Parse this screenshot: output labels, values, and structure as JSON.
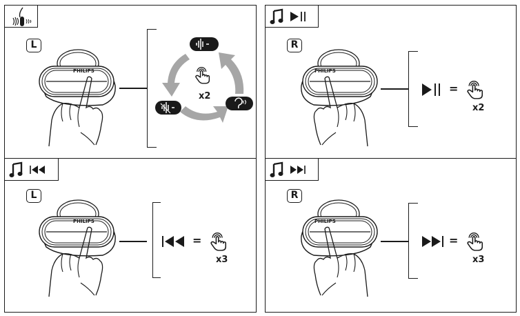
{
  "panels": [
    {
      "id": "voice-mode",
      "tab_icon": "headset-sound-icon",
      "side_label": "L",
      "brand": "PHILIPS",
      "gesture_icon": "double-tap-finger-icon",
      "tap_count": "x2",
      "cycle_modes": [
        {
          "icon": "noise-cancel-on-icon"
        },
        {
          "icon": "ambient-hearing-icon"
        },
        {
          "icon": "noise-cancel-off-icon"
        }
      ]
    },
    {
      "id": "play-pause",
      "tab_icon": "music-play-pause-icon",
      "side_label": "R",
      "brand": "PHILIPS",
      "action_icon": "play-pause-icon",
      "equals": "=",
      "gesture_icon": "double-tap-finger-icon",
      "tap_count": "x2"
    },
    {
      "id": "previous-track",
      "tab_icon": "music-previous-icon",
      "side_label": "L",
      "brand": "PHILIPS",
      "action_icon": "previous-track-icon",
      "equals": "=",
      "gesture_icon": "triple-tap-finger-icon",
      "tap_count": "x3"
    },
    {
      "id": "next-track",
      "tab_icon": "music-next-icon",
      "side_label": "R",
      "brand": "PHILIPS",
      "action_icon": "next-track-icon",
      "equals": "=",
      "gesture_icon": "triple-tap-finger-icon",
      "tap_count": "x3"
    }
  ],
  "colors": {
    "ink": "#1a1a1a",
    "arrow": "#a6a6a6",
    "background": "#ffffff"
  }
}
